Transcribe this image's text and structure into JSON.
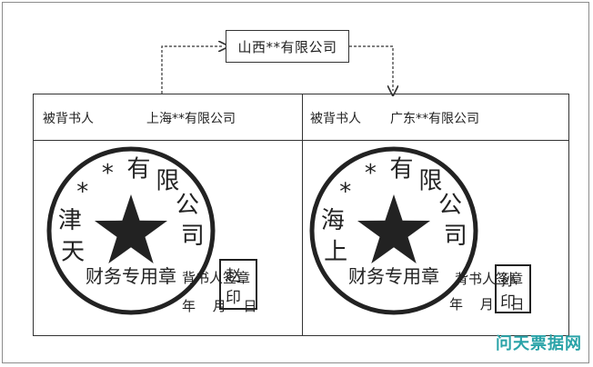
{
  "issuer": "山西**有限公司",
  "endorsements": [
    {
      "label": "被背书人",
      "endorsee": "上海**有限公司",
      "seal_arc_text": "天津**有限公司",
      "seal_bottom_text": "财务专用章",
      "signature_text": "背书人签章",
      "name_chop_text": "赵印",
      "date_text": "年 月 日"
    },
    {
      "label": "被背书人",
      "endorsee": "广东**有限公司",
      "seal_arc_text": "上海**有限公司",
      "seal_bottom_text": "财务专用章",
      "signature_text": "背书人签章",
      "name_chop_text": "孙印",
      "date_text": "年 月 日"
    }
  ],
  "watermark": "问天票据网",
  "colors": {
    "ink": "#222222",
    "watermark": "#2aa3a8"
  }
}
